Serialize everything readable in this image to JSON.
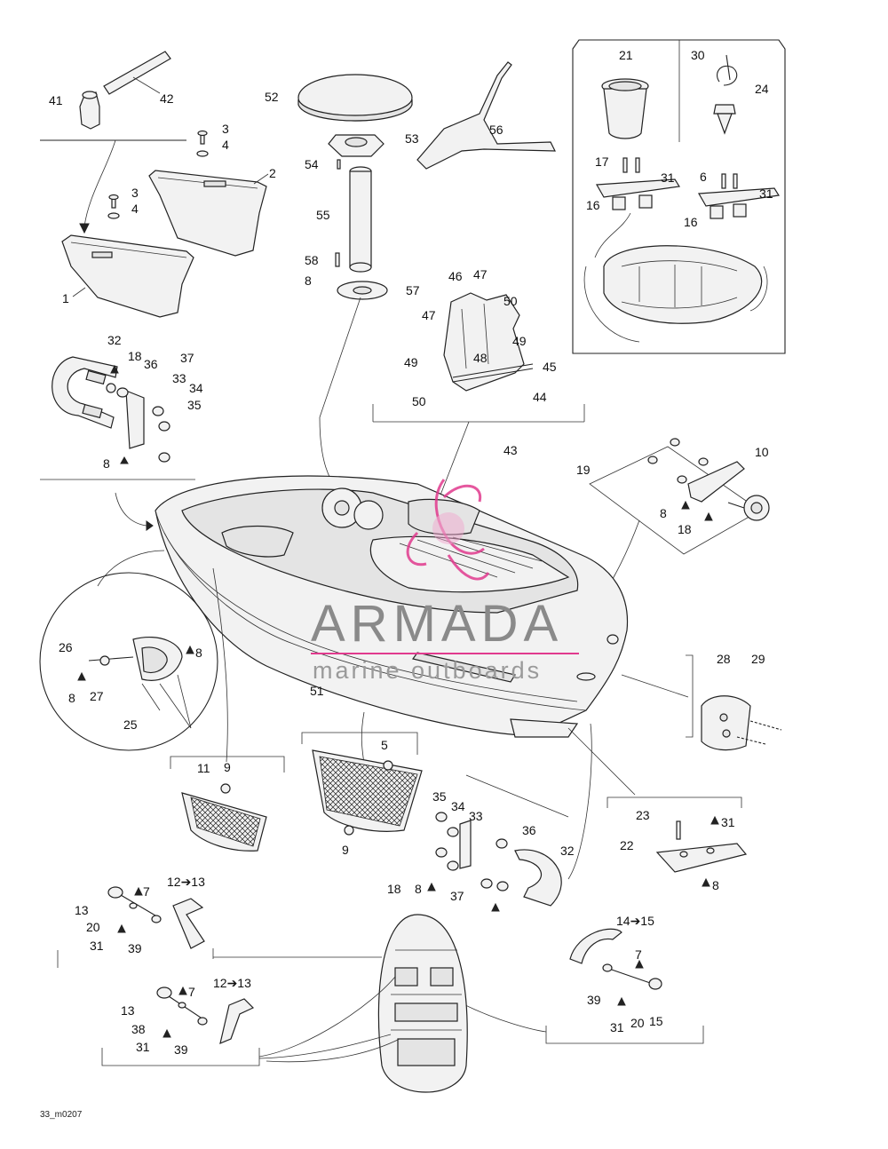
{
  "diagram": {
    "ref_code": "33_m0207",
    "watermark": {
      "title": "ARMADA",
      "subtitle": "marine outboards",
      "logo_color": "#e13a8e"
    },
    "callouts": {
      "c41": "41",
      "c42": "42",
      "c52": "52",
      "c53": "53",
      "c54": "54",
      "c55": "55",
      "c56": "56",
      "c57": "57",
      "c58": "58",
      "c58_8": "8",
      "c3a": "3",
      "c4a": "4",
      "c3b": "3",
      "c4b": "4",
      "c2": "2",
      "c1": "1",
      "c21": "21",
      "c30": "30",
      "c24": "24",
      "c17": "17",
      "c31a": "31",
      "c16a": "16",
      "c6": "6",
      "c31b": "31",
      "c16b": "16",
      "c46": "46",
      "c47a": "47",
      "c47b": "47",
      "c50a": "50",
      "c49a": "49",
      "c48": "48",
      "c49b": "49",
      "c45": "45",
      "c50b": "50",
      "c44": "44",
      "c43": "43",
      "c32a": "32",
      "c18a": "18",
      "c36a": "36",
      "c37a": "37",
      "c33a": "33",
      "c34a": "34",
      "c35a": "35",
      "c8a": "8",
      "c19": "19",
      "c10": "10",
      "c8b": "8",
      "c18b": "18",
      "c26": "26",
      "c8c": "8",
      "c8d": "8",
      "c27": "27",
      "c25": "25",
      "c51": "51",
      "c28": "28",
      "c29": "29",
      "c5": "5",
      "c11": "11",
      "c9a": "9",
      "c9b": "9",
      "c35b": "35",
      "c34b": "34",
      "c33b": "33",
      "c36b": "36",
      "c32b": "32",
      "c18c": "18",
      "c8e": "8",
      "c37b": "37",
      "c23": "23",
      "c31c": "31",
      "c22": "22",
      "c8f": "8",
      "c12_13a": "12➔13",
      "c7a": "7",
      "c13a": "13",
      "c20a": "20",
      "c31d": "31",
      "c39a": "39",
      "c12_13b": "12➔13",
      "c7b": "7",
      "c13b": "13",
      "c38": "38",
      "c31e": "31",
      "c39b": "39",
      "c14_15": "14➔15",
      "c7c": "7",
      "c39c": "39",
      "c31f": "31",
      "c20b": "20",
      "c15": "15"
    }
  }
}
